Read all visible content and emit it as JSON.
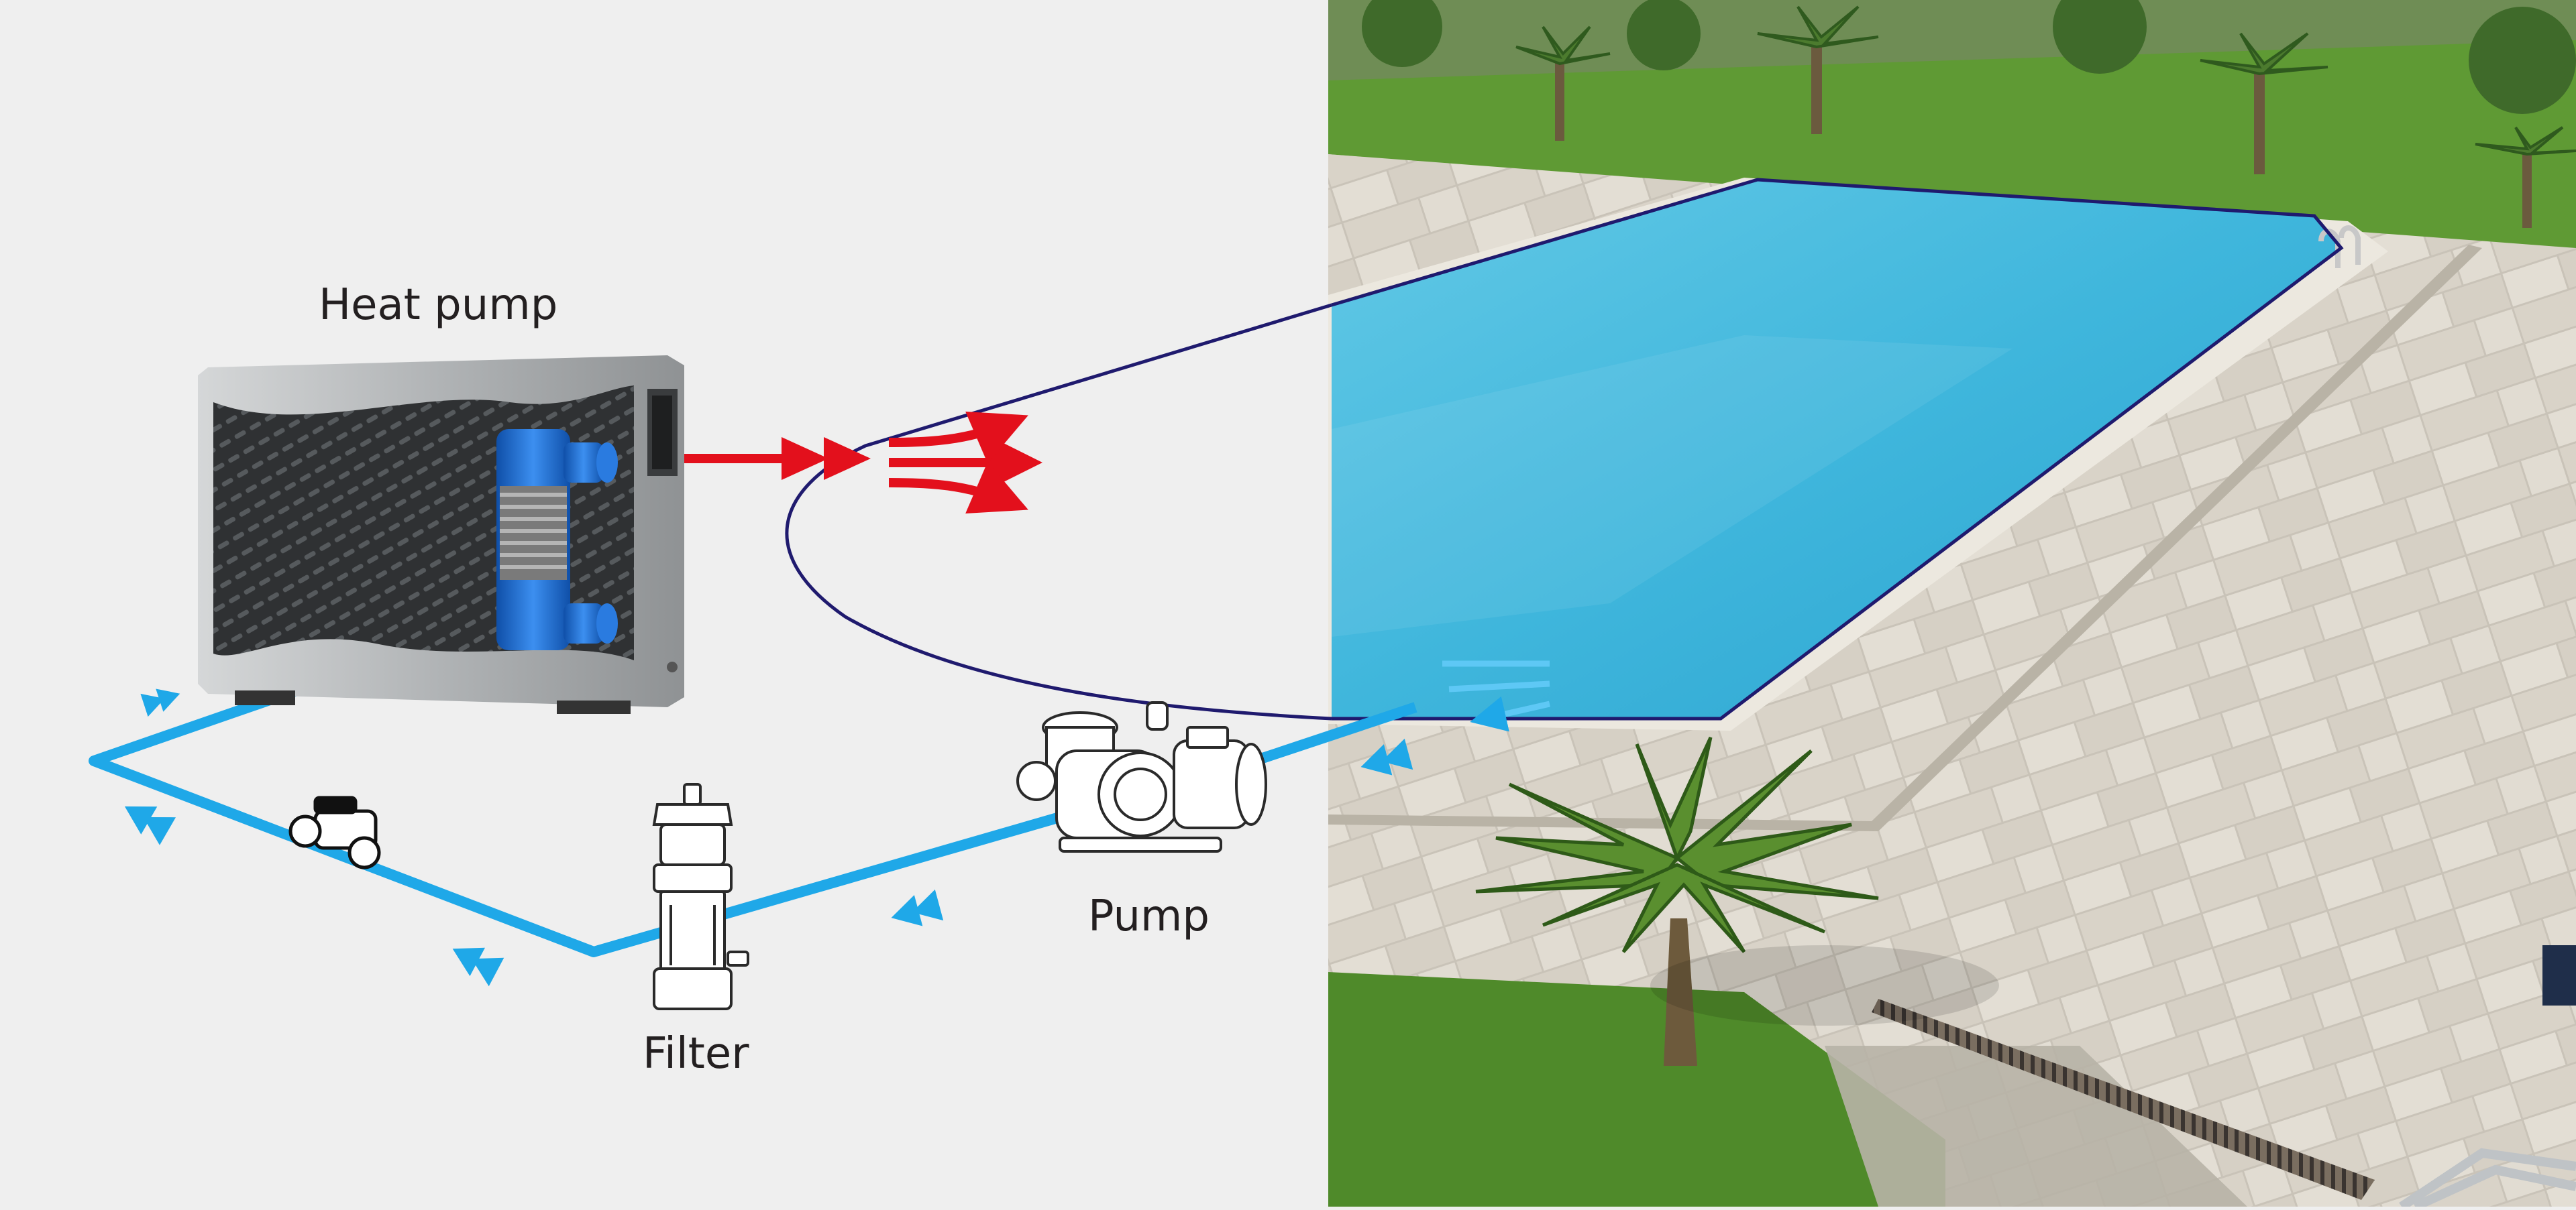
{
  "labels": {
    "heat_pump": "Heat pump",
    "filter": "Filter",
    "pump": "Pump"
  },
  "colors": {
    "background": "#efefef",
    "pipe_cold": "#1fa8e8",
    "pipe_hot": "#e3101c",
    "circuit_outline": "#1f1a6e",
    "pool_water": "#4fc0e0",
    "deck": "#d9d4ca",
    "grass": "#4f8a2a",
    "heat_pump_body": "#b9bcbe",
    "heat_exchanger": "#1f6fd1"
  },
  "icons": [
    "heat-pump-unit",
    "heat-exchanger",
    "ball-valve",
    "cartridge-filter",
    "circulation-pump",
    "palm-tree",
    "pool-ladder"
  ]
}
